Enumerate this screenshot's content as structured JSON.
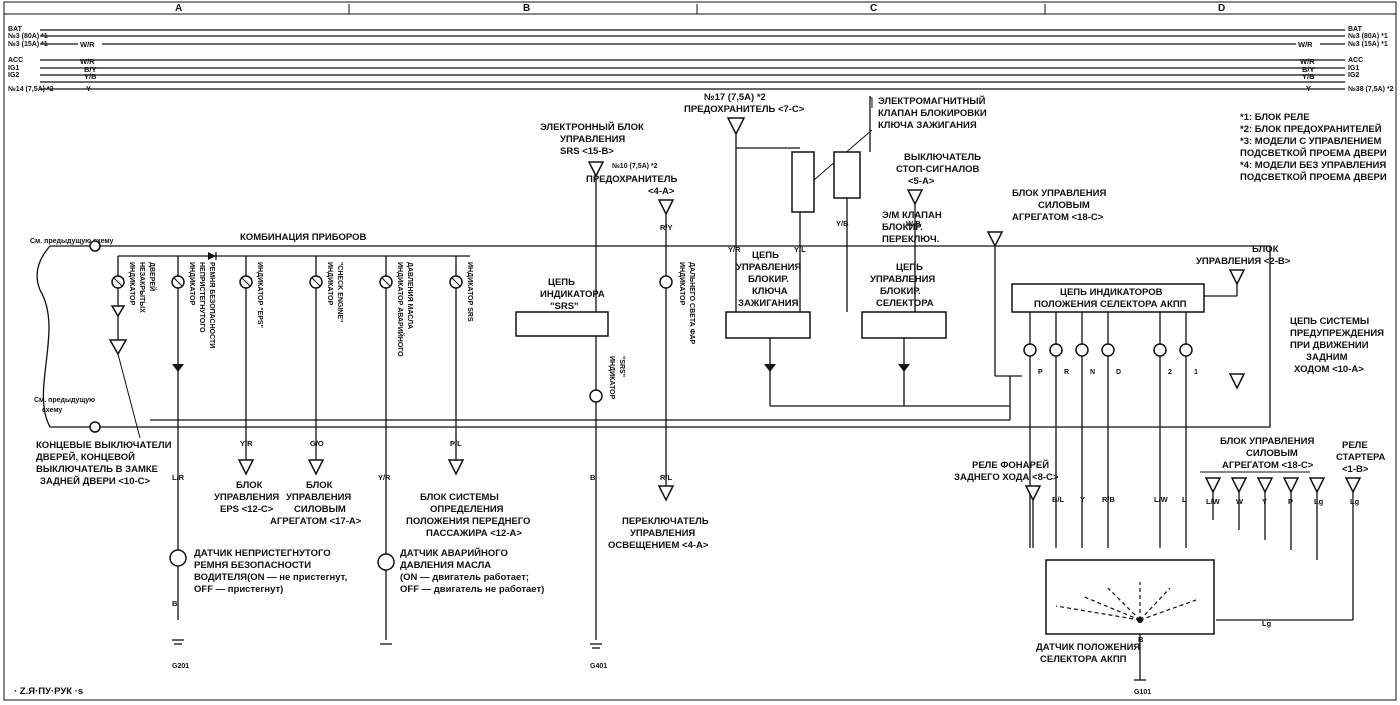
{
  "zones": [
    "A",
    "B",
    "C",
    "D"
  ],
  "bus": {
    "left": [
      "BAT",
      "№3 (80A) *1",
      "№3 (15A) *1",
      "ACC",
      "IG1",
      "IG2",
      "№14 (7,5A) *2"
    ],
    "right": [
      "BAT",
      "№3 (80A) *1",
      "№3 (15A) *1",
      "ACC",
      "IG1",
      "IG2",
      "№38 (7,5A) *2"
    ],
    "wire_codes": {
      "wr": "W/R",
      "by": "B/Y",
      "yb": "Y/B",
      "y": "Y"
    }
  },
  "notes": [
    "*1: БЛОК РЕЛЕ",
    "*2: БЛОК ПРЕДОХРАНИТЕЛЕЙ",
    "*3: МОДЕЛИ С УПРАВЛЕНИЕМ",
    "ПОДСВЕТКОЙ ПРОЕМА ДВЕРИ",
    "*4: МОДЕЛИ БЕЗ УПРАВЛЕНИЯ",
    "ПОДСВЕТКОЙ ПРОЕМА ДВЕРИ"
  ],
  "labels": {
    "see_prev_top": "См. предыдущую схему",
    "cluster": "КОМБИНАЦИЯ ПРИБОРОВ",
    "see_prev_bottom_1": "См. предыдущую",
    "see_prev_bottom_2": "схему",
    "srs_ecu": [
      "ЭЛЕКТРОННЫЙ БЛОК",
      "УПРАВЛЕНИЯ",
      "SRS <15-B>"
    ],
    "fuse10": [
      "№10 (7,5A) *2",
      "ПРЕДОХРАНИТЕЛЬ",
      "<4-A>"
    ],
    "fuse17": [
      "№17 (7,5A) *2",
      "ПРЕДОХРАНИТЕЛЬ <7-C>"
    ],
    "solenoid": [
      "ЭЛЕКТРОМАГНИТНЫЙ",
      "КЛАПАН БЛОКИРОВКИ",
      "КЛЮЧА ЗАЖИГАНИЯ"
    ],
    "stop_switch": [
      "ВЫКЛЮЧАТЕЛЬ",
      "СТОП-СИГНАЛОВ",
      "<5-A>"
    ],
    "interlock_valve": [
      "Э/М КЛАПАН",
      "БЛОКИР.",
      "ПЕРЕКЛЮЧ."
    ],
    "pcm_top": [
      "БЛОК УПРАВЛЕНИЯ",
      "СИЛОВЫМ",
      "АГРЕГАТОМ <18-C>"
    ],
    "unit_2b": [
      "БЛОК",
      "УПРАВЛЕНИЯ <2-B>"
    ],
    "warning_circuit": [
      "ЦЕПЬ СИСТЕМЫ",
      "ПРЕДУПРЕЖДЕНИЯ",
      "ПРИ ДВИЖЕНИИ",
      "ЗАДНИМ",
      "ХОДОМ <10-A>"
    ],
    "srs_circuit": [
      "ЦЕПЬ",
      "ИНДИКАТОРА",
      "\"SRS\""
    ],
    "ign_lock_circuit": [
      "ЦЕПЬ",
      "УПРАВЛЕНИЯ",
      "БЛОКИР.",
      "КЛЮЧА",
      "ЗАЖИГАНИЯ"
    ],
    "sel_lock_circuit": [
      "ЦЕПЬ",
      "УПРАВЛЕНИЯ",
      "БЛОКИР.",
      "СЕЛЕКТОРА"
    ],
    "at_indicator_circuit": [
      "ЦЕПЬ ИНДИКАТОРОВ",
      "ПОЛОЖЕНИЯ СЕЛЕКТОРА АКПП"
    ],
    "ind_door": [
      "ИНДИКАТОР",
      "НЕЗАКРЫТЫХ",
      "ДВЕРЕЙ"
    ],
    "ind_belt": [
      "ИНДИКАТОР",
      "НЕПРИСТЕГНУТОГО",
      "РЕМНЯ БЕЗОПАСНОСТИ"
    ],
    "ind_eps": [
      "ИНДИКАТОР \"EPS\""
    ],
    "ind_check": [
      "ИНДИКАТОР",
      "\"CHECK ENGINE\""
    ],
    "ind_oil": [
      "ИНДИКАТОР АВАРИЙНОГО",
      "ДАВЛЕНИЯ МАСЛА"
    ],
    "ind_srs": [
      "ИНДИКАТОР SRS"
    ],
    "ind_srs2": [
      "ИНДИКАТОР",
      "\"SRS\""
    ],
    "ind_high": [
      "ИНДИКАТОР",
      "ДАЛЬНЕГО СВЕТА ФАР"
    ],
    "door_switches": [
      "КОНЦЕВЫЕ ВЫКЛЮЧАТЕЛИ",
      "ДВЕРЕЙ, КОНЦЕВОЙ",
      "ВЫКЛЮЧАТЕЛЬ В ЗАМКЕ",
      "ЗАДНЕЙ ДВЕРИ <10-C>"
    ],
    "eps_unit": [
      "БЛОК",
      "УПРАВЛЕНИЯ",
      "EPS <12-C>"
    ],
    "pcm_17a": [
      "БЛОК",
      "УПРАВЛЕНИЯ",
      "СИЛОВЫМ",
      "АГРЕГАТОМ <17-A>"
    ],
    "odp": [
      "БЛОК СИСТЕМЫ",
      "ОПРЕДЕЛЕНИЯ",
      "ПОЛОЖЕНИЯ ПЕРЕДНЕГО",
      "ПАССАЖИРА <12-A>"
    ],
    "light_switch": [
      "ПЕРЕКЛЮЧАТЕЛЬ",
      "УПРАВЛЕНИЯ",
      "ОСВЕЩЕНИЕМ <4-A>"
    ],
    "belt_sensor": [
      "ДАТЧИК НЕПРИСТЕГНУТОГО",
      "РЕМНЯ БЕЗОПАСНОСТИ",
      "ВОДИТЕЛЯ(ON — не пристегнут,",
      "OFF — пристегнут)"
    ],
    "oil_sensor": [
      "ДАТЧИК АВАРИЙНОГО",
      "ДАВЛЕНИЯ МАСЛА",
      "(ON — двигатель работает;",
      "OFF — двигатель не работает)"
    ],
    "reverse_relay": [
      "РЕЛЕ ФОНАРЕЙ",
      "ЗАДНЕГО ХОДА <8-C>"
    ],
    "pcm_bottom": [
      "БЛОК УПРАВЛЕНИЯ",
      "СИЛОВЫМ",
      "АГРЕГАТОМ <18-C>"
    ],
    "starter_relay": [
      "РЕЛЕ",
      "СТАРТЕРА",
      "<1-B>"
    ],
    "selector_sensor": [
      "ДАТЧИК ПОЛОЖЕНИЯ",
      "СЕЛЕКТОРА АКПП"
    ],
    "grounds": [
      "G201",
      "G401",
      "G101"
    ],
    "footer": "· Z.Я·ПУ·РУК ·ѕ"
  },
  "wire_labels": [
    "Y/R",
    "G/O",
    "Y/R",
    "P/L",
    "R/Y",
    "Y/R",
    "Y/L",
    "Y/B",
    "W-B",
    "B/L",
    "Y",
    "R/B",
    "L/W",
    "L",
    "L/W",
    "W",
    "Y",
    "P",
    "Lg",
    "Lg",
    "R/L",
    "Lg",
    "B",
    "B",
    "B",
    "L/R"
  ],
  "position_letters": [
    "P",
    "R",
    "N",
    "D",
    "2",
    "1"
  ]
}
